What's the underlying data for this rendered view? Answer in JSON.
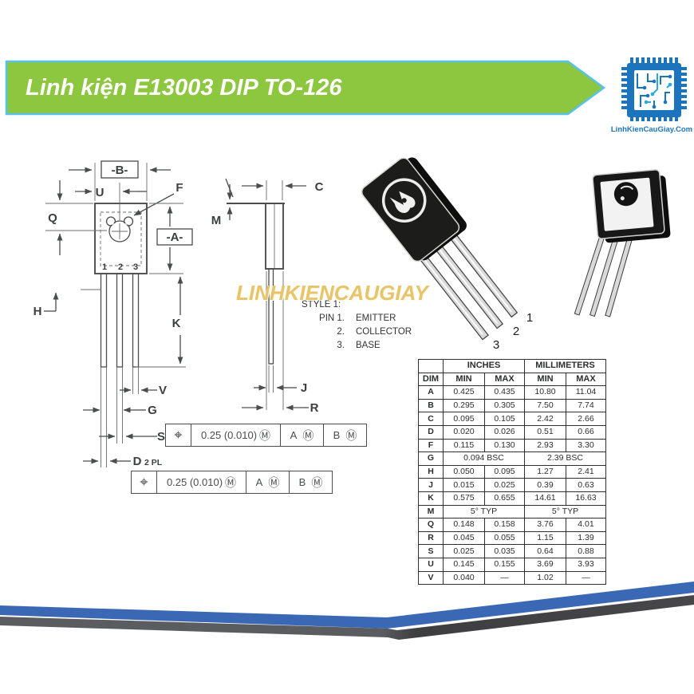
{
  "banner": {
    "title": "Linh kiện E13003 DIP TO-126",
    "fill_color": "#8dc63f",
    "border_color": "#57c1e8"
  },
  "logo": {
    "caption": "LinhKienCauGiay.Com",
    "chip_color": "#1c75bc",
    "trace_color": "#29abe1"
  },
  "watermark": {
    "text": "LINHKIENCAUGIAY",
    "color": "#e7c469"
  },
  "drawing": {
    "front_labels": {
      "b": "-B-",
      "u": "U",
      "f": "F",
      "q": "Q",
      "a": "-A-",
      "h": "H",
      "k": "K",
      "v": "V",
      "g": "G",
      "s": "S",
      "d": "D",
      "d_qty": "2 PL"
    },
    "side_labels": {
      "c": "C",
      "m": "M",
      "j": "J",
      "r": "R"
    },
    "pin_numbers": [
      "1",
      "2",
      "3"
    ]
  },
  "tolerance_frames": [
    {
      "symbol": "⌖",
      "tolerance": "0.25 (0.010)",
      "modifier": "Ⓜ",
      "datum_a": "A",
      "datum_a_mod": "Ⓜ",
      "datum_b": "B",
      "datum_b_mod": "Ⓜ"
    },
    {
      "symbol": "⌖",
      "tolerance": "0.25 (0.010)",
      "modifier": "Ⓜ",
      "datum_a": "A",
      "datum_a_mod": "Ⓜ",
      "datum_b": "B",
      "datum_b_mod": "Ⓜ"
    }
  ],
  "style_notes": {
    "title": "STYLE 1:",
    "pins": [
      {
        "label": "PIN 1.",
        "name": "EMITTER"
      },
      {
        "label": "2.",
        "name": "COLLECTOR"
      },
      {
        "label": "3.",
        "name": "BASE"
      }
    ]
  },
  "photos": {
    "left_pin_labels": [
      "1",
      "2",
      "3"
    ]
  },
  "dim_table": {
    "headers": {
      "blank": "",
      "inches": "INCHES",
      "millimeters": "MILLIMETERS",
      "dim": "DIM",
      "min": "MIN",
      "max": "MAX"
    },
    "rows": [
      {
        "dim": "A",
        "in_min": "0.425",
        "in_max": "0.435",
        "mm_min": "10.80",
        "mm_max": "11.04"
      },
      {
        "dim": "B",
        "in_min": "0.295",
        "in_max": "0.305",
        "mm_min": "7.50",
        "mm_max": "7.74"
      },
      {
        "dim": "C",
        "in_min": "0.095",
        "in_max": "0.105",
        "mm_min": "2.42",
        "mm_max": "2.66"
      },
      {
        "dim": "D",
        "in_min": "0.020",
        "in_max": "0.026",
        "mm_min": "0.51",
        "mm_max": "0.66"
      },
      {
        "dim": "F",
        "in_min": "0.115",
        "in_max": "0.130",
        "mm_min": "2.93",
        "mm_max": "3.30"
      },
      {
        "dim": "G",
        "span": true,
        "in": "0.094 BSC",
        "mm": "2.39 BSC"
      },
      {
        "dim": "H",
        "in_min": "0.050",
        "in_max": "0.095",
        "mm_min": "1.27",
        "mm_max": "2.41"
      },
      {
        "dim": "J",
        "in_min": "0.015",
        "in_max": "0.025",
        "mm_min": "0.39",
        "mm_max": "0.63"
      },
      {
        "dim": "K",
        "in_min": "0.575",
        "in_max": "0.655",
        "mm_min": "14.61",
        "mm_max": "16.63"
      },
      {
        "dim": "M",
        "span": true,
        "in": "5° TYP",
        "mm": "5° TYP"
      },
      {
        "dim": "Q",
        "in_min": "0.148",
        "in_max": "0.158",
        "mm_min": "3.76",
        "mm_max": "4.01"
      },
      {
        "dim": "R",
        "in_min": "0.045",
        "in_max": "0.055",
        "mm_min": "1.15",
        "mm_max": "1.39"
      },
      {
        "dim": "S",
        "in_min": "0.025",
        "in_max": "0.035",
        "mm_min": "0.64",
        "mm_max": "0.88"
      },
      {
        "dim": "U",
        "in_min": "0.145",
        "in_max": "0.155",
        "mm_min": "3.69",
        "mm_max": "3.93"
      },
      {
        "dim": "V",
        "in_min": "0.040",
        "in_max": "—",
        "mm_min": "1.02",
        "mm_max": "—"
      }
    ]
  },
  "footer": {
    "stripe_blue": "#3a68b4",
    "stripe_gray": "#5b5c5f"
  }
}
